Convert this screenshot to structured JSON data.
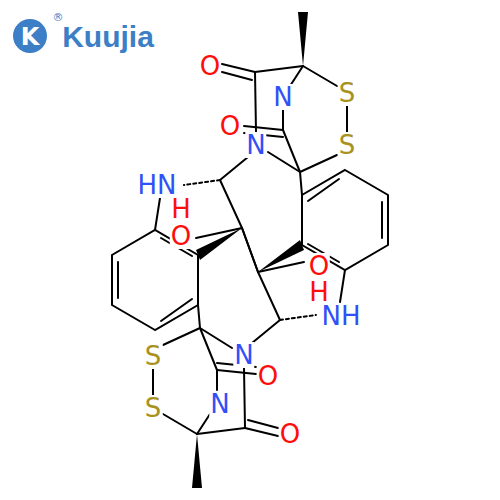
{
  "diagram": {
    "labels": [
      "K",
      "®",
      "Kuujia",
      "O",
      "N",
      "S",
      "O",
      "N",
      "S",
      "HN",
      "H",
      "O",
      "O",
      "H",
      "NH",
      "S",
      "N",
      "O",
      "S",
      "N",
      "O"
    ]
  }
}
